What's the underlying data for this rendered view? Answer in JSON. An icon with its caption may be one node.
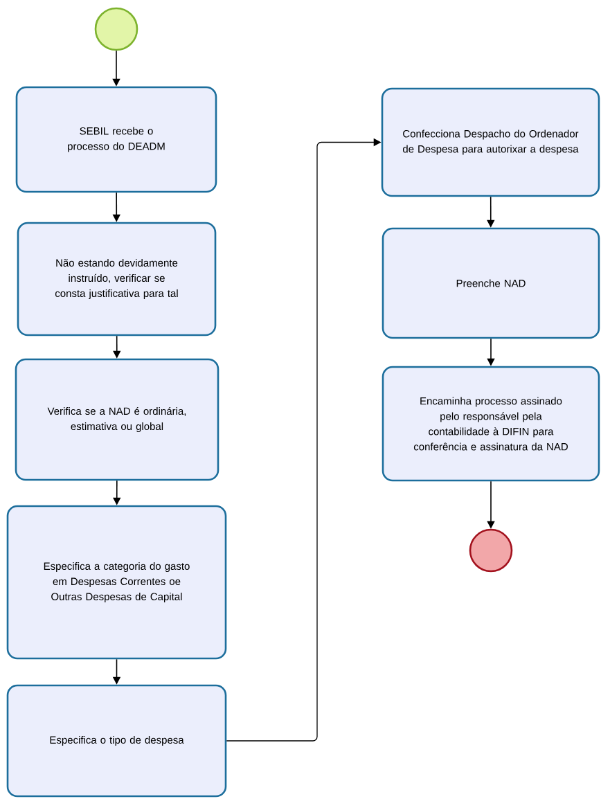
{
  "diagram": {
    "nodes": [
      {
        "text": [],
        "shape": "circle"
      },
      {
        "text": [
          "SEBIL recebe o processo do DEADM"
        ]
      },
      {
        "text": [
          "Não estando devidamente instruído, verificar se consta justificativa para tal"
        ]
      },
      {
        "text": [
          "Verifica se a NAD é ordinária, estimativa ou global"
        ]
      },
      {
        "text": [
          "Especifica a categoria do gasto em Despesas Correntes oe Outras Despesas de Capital"
        ]
      },
      {
        "text": [
          "Especifica o tipo de despesa"
        ]
      },
      {
        "text": [
          "Confecciona Despacho do Ordenador de Despesa para autorixar a despesa"
        ]
      },
      {
        "text": [
          "Preenche NAD"
        ]
      },
      {
        "text": [
          "Encaminha processo assinado pelo responsável pela contabilidade à DIFIN para conferência e assinatura da NAD"
        ]
      },
      {
        "text": [],
        "shape": "circle"
      }
    ],
    "edges": [
      {
        "from": 0,
        "to": 1,
        "arrow": "to"
      },
      {
        "from": 1,
        "to": 2,
        "arrow": "to"
      },
      {
        "from": 2,
        "to": 3,
        "arrow": "to"
      },
      {
        "from": 3,
        "to": 4,
        "arrow": "to"
      },
      {
        "from": 4,
        "to": 5,
        "arrow": "to"
      },
      {
        "from": 5,
        "to": 6,
        "arrow": "to"
      },
      {
        "from": 6,
        "to": 7,
        "arrow": "to"
      },
      {
        "from": 7,
        "to": 8,
        "arrow": "to"
      },
      {
        "from": 8,
        "to": 9,
        "arrow": "to"
      }
    ]
  }
}
